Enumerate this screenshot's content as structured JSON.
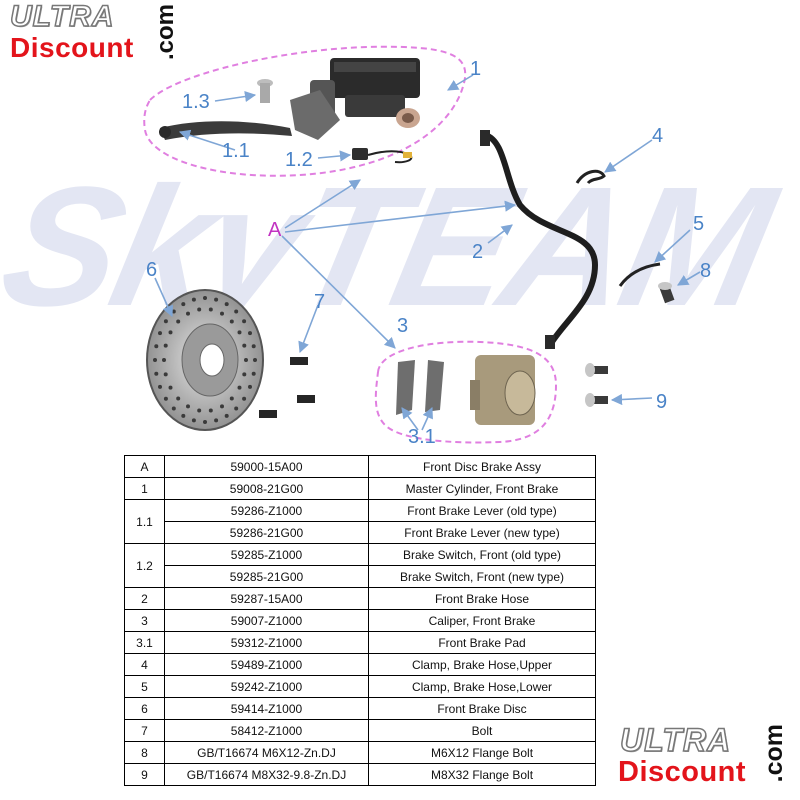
{
  "brand": {
    "word_top": "ULTRA",
    "word_bottom": "Discount",
    "tld": ".com",
    "watermark": "SkyTEAM"
  },
  "diagram": {
    "callouts": {
      "A": "A",
      "1": "1",
      "1_1": "1.1",
      "1_2": "1.2",
      "1_3": "1.3",
      "2": "2",
      "3": "3",
      "3_1": "3.1",
      "4": "4",
      "5": "5",
      "6": "6",
      "7": "7",
      "8": "8",
      "9": "9"
    }
  },
  "parts": [
    {
      "ref": "A",
      "part_no": "59000-15A00",
      "desc": "Front Disc Brake Assy"
    },
    {
      "ref": "1",
      "part_no": "59008-21G00",
      "desc": "Master Cylinder, Front Brake"
    },
    {
      "ref": "1.1",
      "part_no": "59286-Z1000",
      "desc": "Front Brake Lever (old type)"
    },
    {
      "ref": "",
      "part_no": "59286-21G00",
      "desc": "Front Brake Lever (new type)"
    },
    {
      "ref": "1.2",
      "part_no": "59285-Z1000",
      "desc": "Brake Switch, Front (old type)"
    },
    {
      "ref": "",
      "part_no": "59285-21G00",
      "desc": "Brake Switch, Front (new type)"
    },
    {
      "ref": "2",
      "part_no": "59287-15A00",
      "desc": "Front Brake Hose"
    },
    {
      "ref": "3",
      "part_no": "59007-Z1000",
      "desc": "Caliper, Front Brake"
    },
    {
      "ref": "3.1",
      "part_no": "59312-Z1000",
      "desc": "Front Brake Pad"
    },
    {
      "ref": "4",
      "part_no": "59489-Z1000",
      "desc": "Clamp, Brake Hose,Upper"
    },
    {
      "ref": "5",
      "part_no": "59242-Z1000",
      "desc": "Clamp, Brake Hose,Lower"
    },
    {
      "ref": "6",
      "part_no": "59414-Z1000",
      "desc": "Front Brake Disc"
    },
    {
      "ref": "7",
      "part_no": "58412-Z1000",
      "desc": "Bolt"
    },
    {
      "ref": "8",
      "part_no": "GB/T16674 M6X12-Zn.DJ",
      "desc": "M6X12 Flange Bolt"
    },
    {
      "ref": "9",
      "part_no": "GB/T16674 M8X32-9.8-Zn.DJ",
      "desc": "M8X32 Flange Bolt"
    }
  ]
}
